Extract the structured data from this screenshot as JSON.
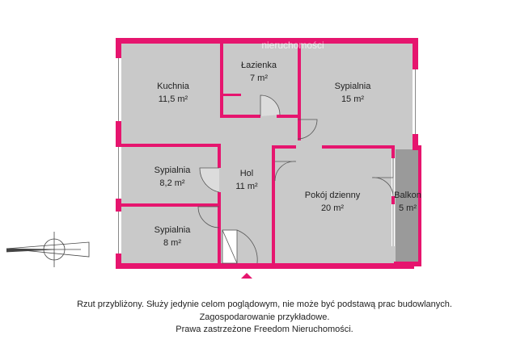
{
  "watermark": "nieruchomości",
  "colors": {
    "wall": "#e6156e",
    "floor": "#c9c9c9",
    "balcony": "#9a9a9a",
    "text": "#222222"
  },
  "rooms": {
    "kuchnia": {
      "name": "Kuchnia",
      "area": "11,5 m²"
    },
    "lazienka": {
      "name": "Łazienka",
      "area": "7 m²"
    },
    "sypialnia_ne": {
      "name": "Sypialnia",
      "area": "15 m²"
    },
    "sypialnia_w": {
      "name": "Sypialnia",
      "area": "8,2 m²"
    },
    "hol": {
      "name": "Hol",
      "area": "11 m²"
    },
    "pokoj": {
      "name": "Pokój dzienny",
      "area": "20 m²"
    },
    "balkon": {
      "name": "Balkon",
      "area": "5 m²"
    },
    "sypialnia_sw": {
      "name": "Sypialnia",
      "area": "8 m²"
    }
  },
  "footer": {
    "line1": "Rzut przybliżony. Służy jedynie celom poglądowym, nie może być podstawą prac budowlanych.",
    "line2": "Zagospodarowanie przykładowe.",
    "line3": "Prawa zastrzeżone Freedom Nieruchomości."
  }
}
